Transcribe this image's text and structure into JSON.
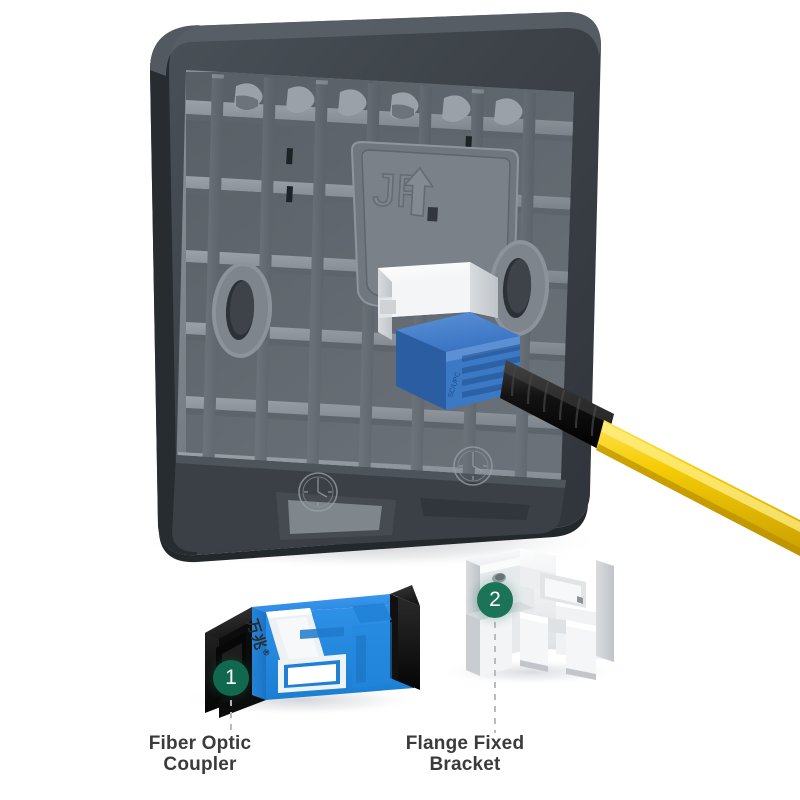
{
  "scene": {
    "title": "Fiber optic wall plate exploded product illustration",
    "background_color": "#ffffff"
  },
  "callouts": [
    {
      "number": "1",
      "badge_color": "#11684f",
      "label": "Fiber Optic\nCoupler",
      "target": "sc-fiber-optic-coupler"
    },
    {
      "number": "2",
      "badge_color": "#1b7358",
      "label": "Flange Fixed\nBracket",
      "target": "white-flange-bracket"
    }
  ],
  "parts": {
    "wall_plate": {
      "name": "Wall face plate (rear view)",
      "frame_color": "#3e444b",
      "inner_color": "#7d848b",
      "emboss_text": "JP",
      "emboss_arrow": "up-arrow",
      "screw_boss_count": 2,
      "mold_mark_count": 2
    },
    "coupler": {
      "name": "SC simplex fiber optic coupler",
      "body_color": "#2a8ae2",
      "cap_color": "#1b1b1b",
      "label_text": "万兆",
      "label_mark": "®",
      "label_color": "#f2f4f6"
    },
    "bracket": {
      "name": "Flange fixed bracket",
      "body_color": "#f4f5f6",
      "shadow_color": "#c6cacd"
    },
    "connector": {
      "name": "SC connector installed in plate",
      "body_color": "#2f6fc4",
      "boot_color": "#141414"
    },
    "patch_cord": {
      "name": "Single mode fiber patch cord",
      "jacket_color": "#f2c800",
      "boot_color": "#151515"
    }
  },
  "text_colors": {
    "caption": "#3b3b3b",
    "badge_text": "#ffffff"
  },
  "leader_lines": {
    "style": "dashed",
    "color": "#b8bcbf"
  }
}
